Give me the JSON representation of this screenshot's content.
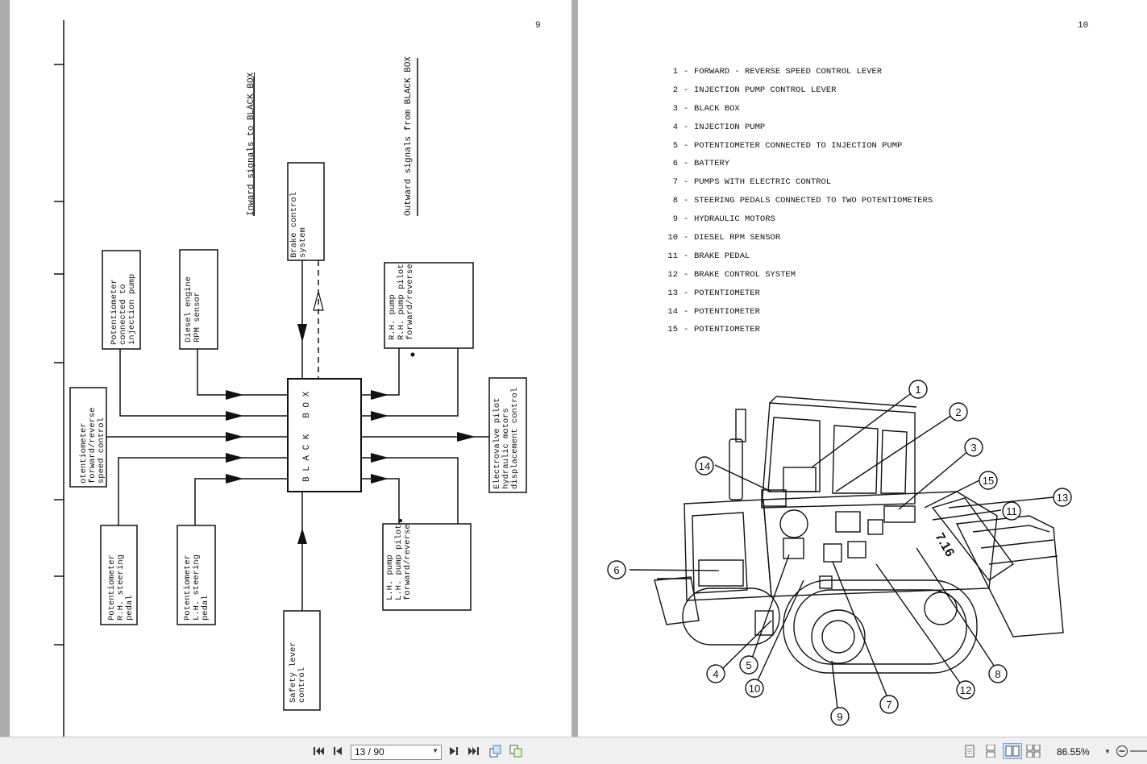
{
  "left_page": {
    "number": "9",
    "heading_inward": "Inward signals to BLACK BOX",
    "heading_outward": "Outward signals from BLACK BOX",
    "black_box": "B L A C K   B O X",
    "inputs": {
      "potentiometer_injection": "Potentiometer\nconnected to\ninjection pump",
      "diesel_rpm": "Diesel engine\nRPM sensor",
      "brake_control": "Brake control\nsystem",
      "speed_control": "otentiometer\nforward/reverse\nspeed control",
      "rh_steering": "Potentiometer\nR.H. steering\npedal",
      "lh_steering": "Potentiometer\nL.H. steering\npedal",
      "safety_lever": "Safety lever\ncontrol"
    },
    "outputs": {
      "rh_pump": "R.H. pump\nR.H. pump pilot\nforward/reverse",
      "electrovalve": "Electrovalve pilot\nhydraulic motors\ndisplacement control",
      "lh_pump": "L.H. pump\nL.H. pump pilot\nforward/reverse"
    }
  },
  "right_page": {
    "number": "10",
    "parts": [
      {
        "num": "1",
        "name": "FORWARD - REVERSE SPEED CONTROL LEVER"
      },
      {
        "num": "2",
        "name": "INJECTION PUMP CONTROL LEVER"
      },
      {
        "num": "3",
        "name": "BLACK BOX"
      },
      {
        "num": "4",
        "name": "INJECTION PUMP"
      },
      {
        "num": "5",
        "name": "POTENTIOMETER CONNECTED TO INJECTION PUMP"
      },
      {
        "num": "6",
        "name": "BATTERY"
      },
      {
        "num": "7",
        "name": "PUMPS WITH ELECTRIC CONTROL"
      },
      {
        "num": "8",
        "name": "STEERING PEDALS CONNECTED TO TWO POTENTIOMETERS"
      },
      {
        "num": "9",
        "name": "HYDRAULIC MOTORS"
      },
      {
        "num": "10",
        "name": "DIESEL RPM SENSOR"
      },
      {
        "num": "11",
        "name": "BRAKE PEDAL"
      },
      {
        "num": "12",
        "name": "BRAKE CONTROL SYSTEM"
      },
      {
        "num": "13",
        "name": "POTENTIOMETER"
      },
      {
        "num": "14",
        "name": "POTENTIOMETER"
      },
      {
        "num": "15",
        "name": "POTENTIOMETER"
      }
    ],
    "machine_badge": "7.16",
    "callouts": [
      "1",
      "2",
      "3",
      "4",
      "5",
      "6",
      "7",
      "8",
      "9",
      "10",
      "11",
      "12",
      "13",
      "14",
      "15"
    ]
  },
  "toolbar": {
    "page_indicator": "13 / 90",
    "zoom": "86.55%",
    "icons": [
      "first-page-icon",
      "prev-page-icon",
      "next-page-icon",
      "last-page-icon",
      "rotate-icon",
      "copy-icon",
      "single-page-icon",
      "continuous-icon",
      "two-page-icon",
      "two-page-continuous-icon",
      "zoom-out-icon"
    ]
  }
}
